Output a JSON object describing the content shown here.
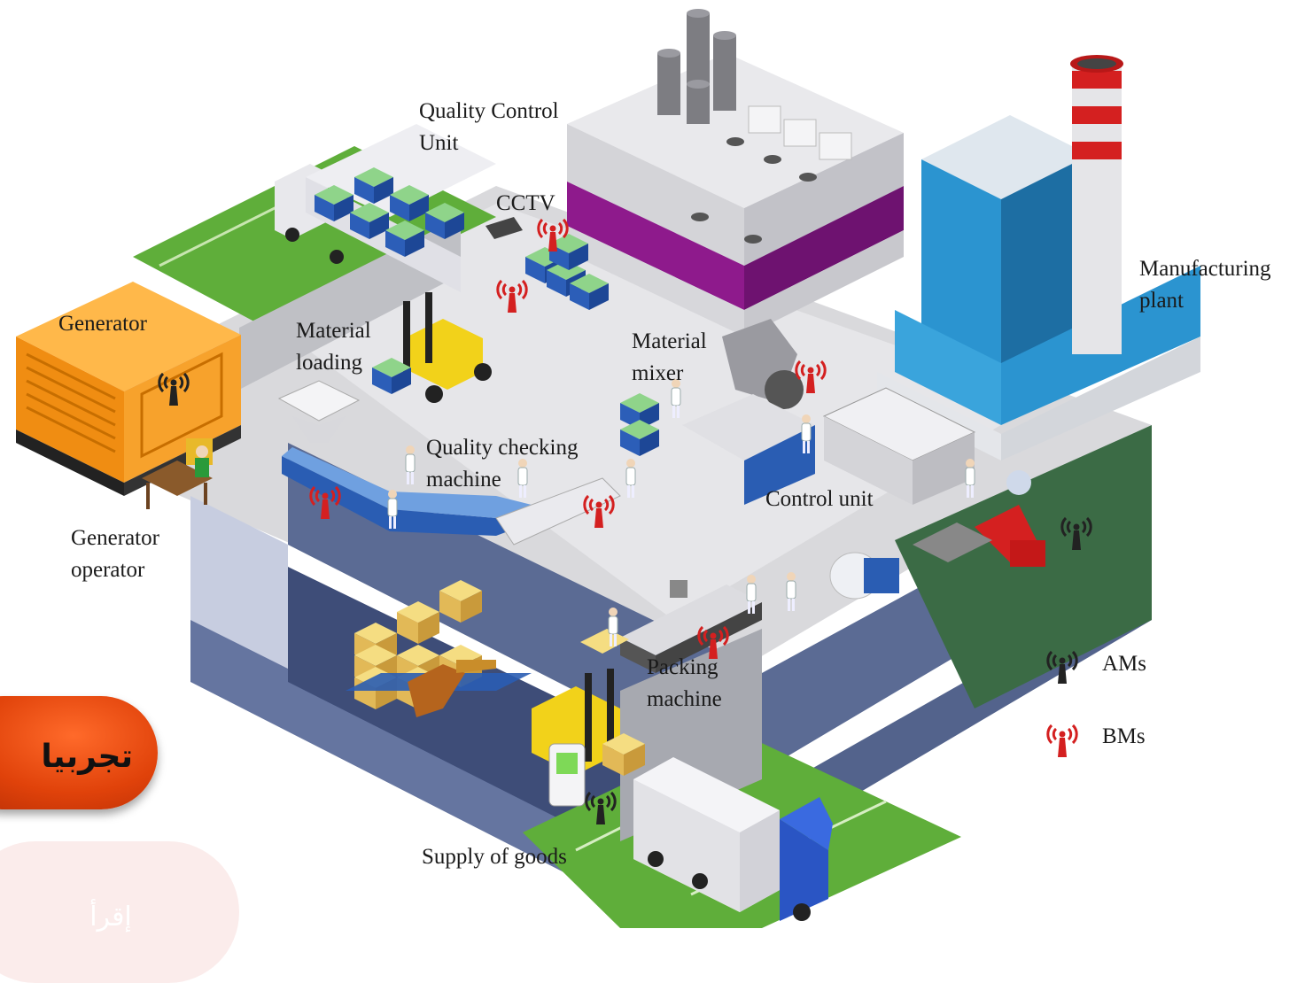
{
  "labels": {
    "quality_control_unit_l1": "Quality Control",
    "quality_control_unit_l2": "Unit",
    "cctv": "CCTV",
    "manufacturing_plant_l1": "Manufacturing",
    "manufacturing_plant_l2": "plant",
    "generator": "Generator",
    "material_loading_l1": "Material",
    "material_loading_l2": "loading",
    "material_mixer_l1": "Material",
    "material_mixer_l2": "mixer",
    "quality_checking_l1": "Quality checking",
    "quality_checking_l2": "machine",
    "control_unit": "Control unit",
    "generator_operator_l1": "Generator",
    "generator_operator_l2": "operator",
    "packing_machine_l1": "Packing",
    "packing_machine_l2": "machine",
    "supply_of_goods": "Supply of goods"
  },
  "legend": {
    "ams": "AMs",
    "bms": "BMs",
    "ams_icon": "antenna-black-icon",
    "bms_icon": "antenna-red-icon"
  },
  "tab": {
    "label": "تجربيا",
    "label2": "إقرأ"
  },
  "colors": {
    "floor": "#d9d9dc",
    "wall": "#c3c3c8",
    "ground_blue": "#5b6b94",
    "grass": "#5fae3a",
    "generator": "#f59a1f",
    "factory_purple": "#8e1a8c",
    "plant_blue": "#2b94d0",
    "conveyor_blue": "#2a5db3",
    "antenna_red": "#d42020",
    "antenna_black": "#222222"
  }
}
